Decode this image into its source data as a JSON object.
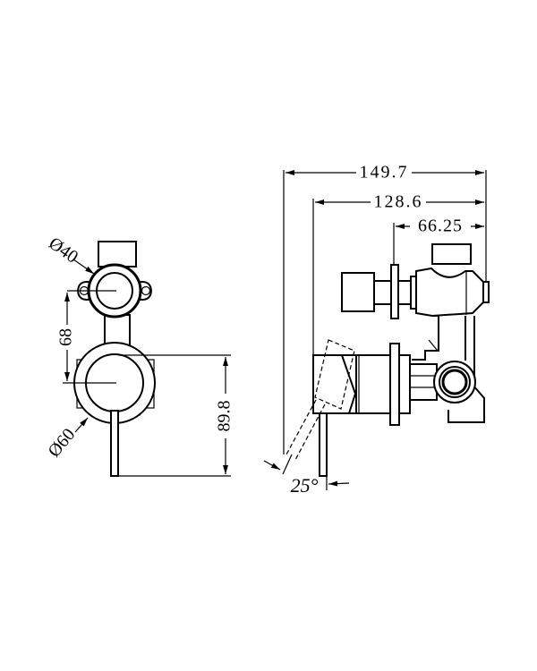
{
  "drawing": {
    "background": "#ffffff",
    "line_color": "#000000",
    "front_view": {
      "dimensions": {
        "upper_diameter": "Ø40",
        "lower_diameter": "Ø60",
        "center_spacing": "68",
        "lever_height": "89.8"
      }
    },
    "side_view": {
      "dimensions": {
        "overall_depth": "149.7",
        "lever_depth": "128.6",
        "body_depth": "66.25",
        "lever_angle": "25°"
      }
    }
  }
}
